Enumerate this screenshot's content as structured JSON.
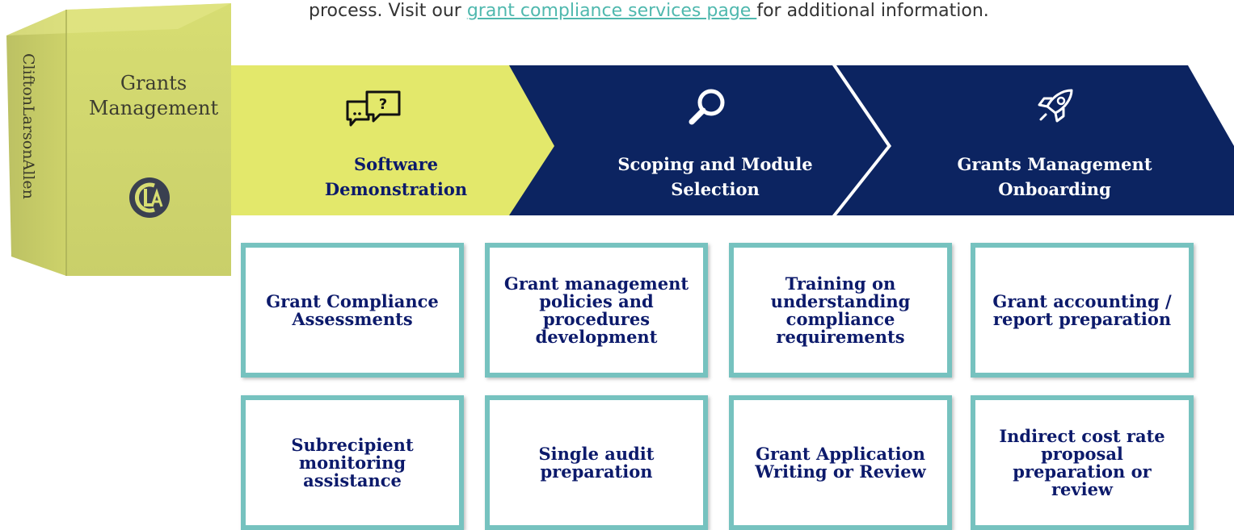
{
  "intro": {
    "before": "process. Visit our ",
    "link": "grant compliance services page ",
    "after": "for additional information."
  },
  "product_box": {
    "spine": "CliftonLarsonAllen",
    "title_line1": "Grants",
    "title_line2": "Management",
    "logo_icon": "cla-logo-icon"
  },
  "steps": [
    {
      "line1": "Software",
      "line2": "Demonstration",
      "icon": "chat-question-icon"
    },
    {
      "line1": "Scoping and Module",
      "line2": "Selection",
      "icon": "magnifier-icon"
    },
    {
      "line1": "Grants Management",
      "line2": "Onboarding",
      "icon": "rocket-icon"
    }
  ],
  "services": [
    "Grant Compliance Assessments",
    "Grant management policies and procedures development",
    "Training on understanding compliance requirements",
    "Grant accounting / report preparation",
    "Subrecipient monitoring assistance",
    "Single audit preparation",
    "Grant Application Writing or Review",
    "Indirect cost rate proposal preparation or review"
  ],
  "colors": {
    "step1_fill": "#e3e86b",
    "step_dark_fill": "#0c2461",
    "tile_border": "#76c2bf",
    "tile_text": "#0c1a6b",
    "link": "#4fb8ae"
  }
}
